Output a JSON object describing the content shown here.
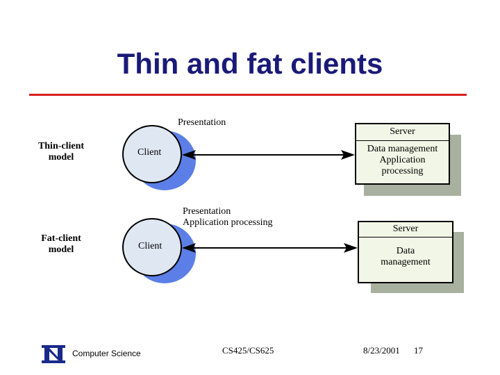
{
  "slide": {
    "title": "Thin and fat clients"
  },
  "thin": {
    "model_label_line1": "Thin-client",
    "model_label_line2": "model",
    "client_label": "Client",
    "presentation_label": "Presentation",
    "server_header": "Server",
    "server_body_line1": "Data management",
    "server_body_line2": "Application",
    "server_body_line3": "processing"
  },
  "fat": {
    "model_label_line1": "Fat-client",
    "model_label_line2": "model",
    "client_label": "Client",
    "presentation_line1": "Presentation",
    "presentation_line2": "Application processing",
    "server_header": "Server",
    "server_body_line1": "Data",
    "server_body_line2": "management"
  },
  "footer": {
    "department": "Computer Science",
    "course": "CS425/CS625",
    "date": "8/23/2001",
    "page": "17"
  },
  "colors": {
    "title": "#1a1a78",
    "rule": "#d81f1f",
    "client_fill": "#dfe8f2",
    "client_shadow": "#5b7fe6",
    "server_fill": "#f2f6e6",
    "server_shadow": "#a8b0a0",
    "logo": "#1a2a8a"
  }
}
